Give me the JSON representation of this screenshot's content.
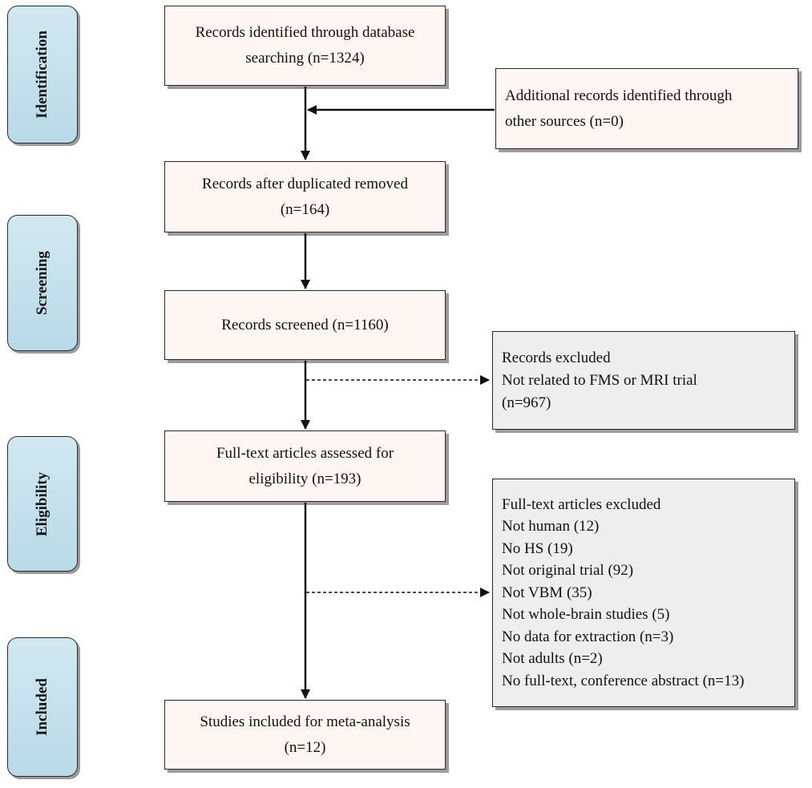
{
  "stages": {
    "identification": "Identification",
    "screening": "Screening",
    "eligibility": "Eligibility",
    "included": "Included"
  },
  "boxes": {
    "database": [
      "Records identified through database",
      "searching (n=1324)"
    ],
    "additional": [
      "Additional records identified through",
      "other sources (n=0)"
    ],
    "duplicates": [
      "Records after duplicated removed",
      "(n=164)"
    ],
    "screened": [
      "Records screened (n=1160)"
    ],
    "excluded_records": [
      "Records excluded",
      "Not related to FMS or MRI trial",
      "(n=967)"
    ],
    "fulltext": [
      "Full-text articles assessed for",
      "eligibility (n=193)"
    ],
    "excluded_fulltext": [
      "Full-text articles excluded",
      "Not human (12)",
      "No HS (19)",
      "Not original trial (92)",
      "Not VBM (35)",
      "Not whole-brain studies (5)",
      "No data for extraction (n=3)",
      "Not adults (n=2)",
      "No full-text, conference abstract (n=13)"
    ],
    "included": [
      "Studies included for meta-analysis",
      "(n=12)"
    ]
  }
}
